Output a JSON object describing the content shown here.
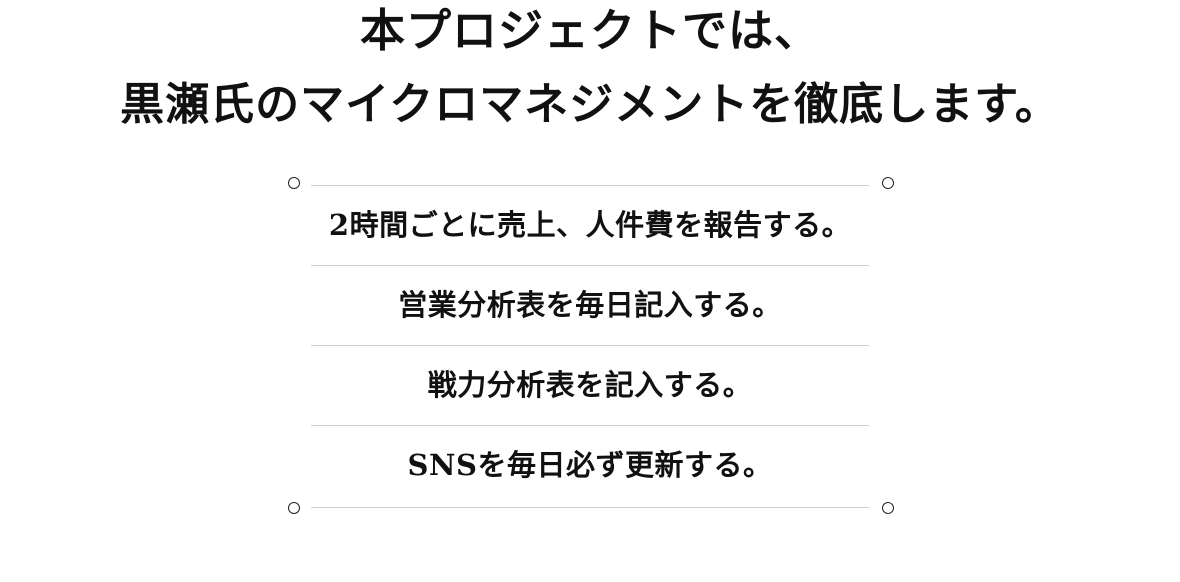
{
  "heading": {
    "line1": "本プロジェクトでは、",
    "line2": "黒瀬氏のマイクロマネジメントを徹底します。"
  },
  "tasks": [
    "2時間ごとに売上、人件費を報告する。",
    "営業分析表を毎日記入する。",
    "戦力分析表を記入する。",
    "SNSを毎日必ず更新する。"
  ]
}
